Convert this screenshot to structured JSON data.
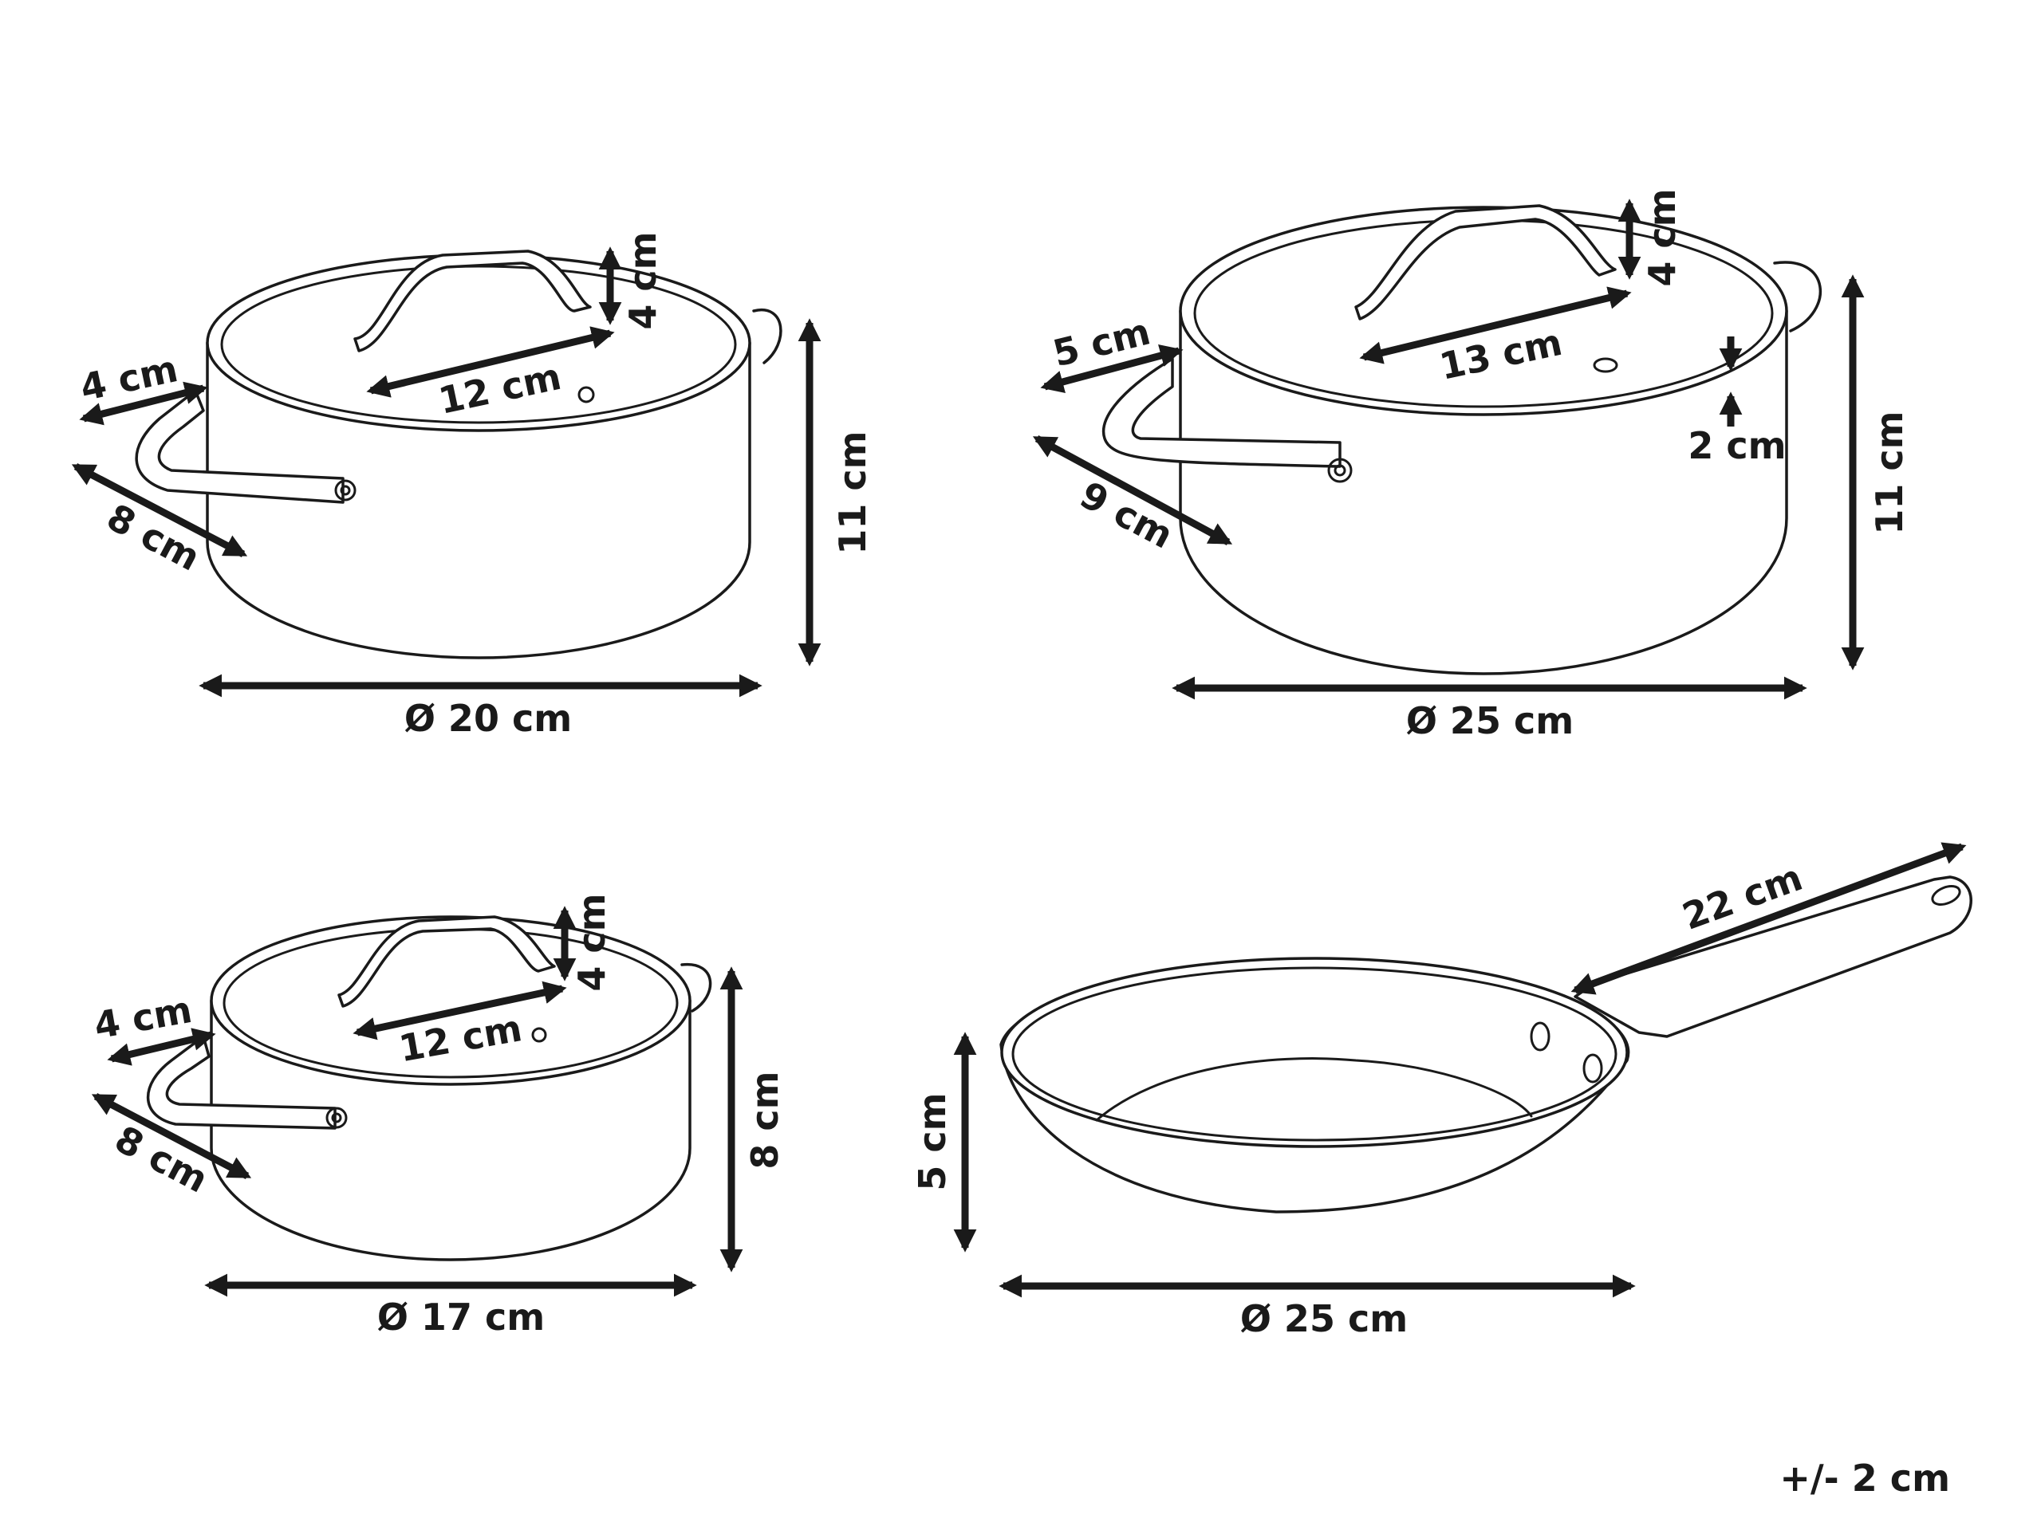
{
  "colors": {
    "ink": "#1a1a1a",
    "background": "#ffffff"
  },
  "pot_medium": {
    "diameter": "Ø 20 cm",
    "height": "11 cm",
    "handle_width": "8 cm",
    "handle_depth": "4 cm",
    "knob_length": "12 cm",
    "knob_height": "4 cm"
  },
  "pot_large": {
    "diameter": "Ø 25 cm",
    "height": "11 cm",
    "handle_width": "9 cm",
    "handle_depth": "5 cm",
    "knob_length": "13 cm",
    "knob_height": "4 cm",
    "lid_rim": "2 cm"
  },
  "pot_small": {
    "diameter": "Ø 17 cm",
    "height": "8 cm",
    "handle_width": "8 cm",
    "handle_depth": "4 cm",
    "knob_length": "12 cm",
    "knob_height": "4 cm"
  },
  "frying_pan": {
    "diameter": "Ø 25 cm",
    "height": "5 cm",
    "handle_length": "22 cm"
  },
  "tolerance": "+/- 2 cm"
}
